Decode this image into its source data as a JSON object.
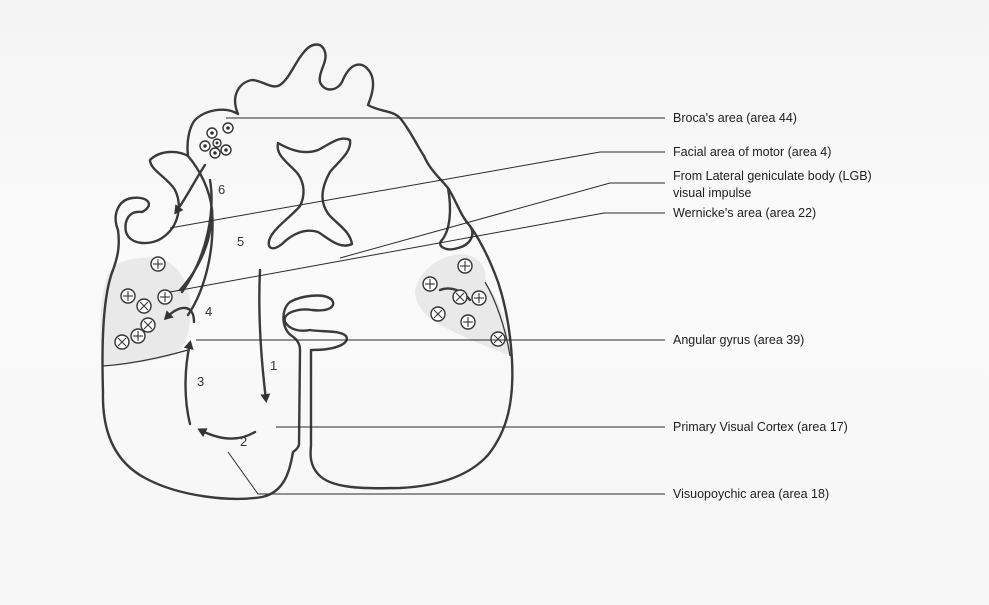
{
  "labels": {
    "broca": "Broca's area (area 44)",
    "facial": "Facial area of motor (area 4)",
    "lgb_line1": "From Lateral geniculate body (LGB)",
    "lgb_line2": "visual impulse",
    "wernicke": "Wernicke's area (area 22)",
    "angular": "Angular gyrus (area 39)",
    "primary_visual": "Primary Visual Cortex (area 17)",
    "visuopsychic": "Visuopoychic area (area 18)"
  },
  "pathway_numbers": [
    "1",
    "2",
    "3",
    "4",
    "5",
    "6"
  ]
}
